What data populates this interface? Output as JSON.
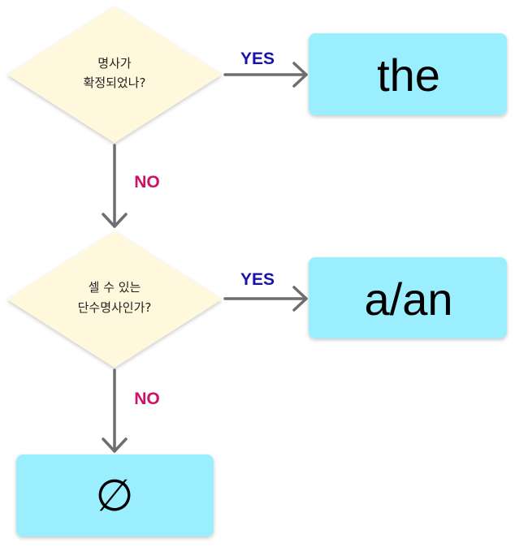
{
  "colors": {
    "decision_fill": "#fff8dc",
    "result_fill": "#9beefe",
    "arrow": "#6e6e6e",
    "yes": "#1a12b0",
    "no": "#cc1166"
  },
  "decisions": [
    {
      "line1": "명사가",
      "line2": "확정되었나?"
    },
    {
      "line1": "셀 수 있는",
      "line2": "단수명사인가?"
    }
  ],
  "results": [
    {
      "label": "the"
    },
    {
      "label": "a/an"
    },
    {
      "label": "∅"
    }
  ],
  "edges": {
    "yes_label": "YES",
    "no_label": "NO"
  }
}
